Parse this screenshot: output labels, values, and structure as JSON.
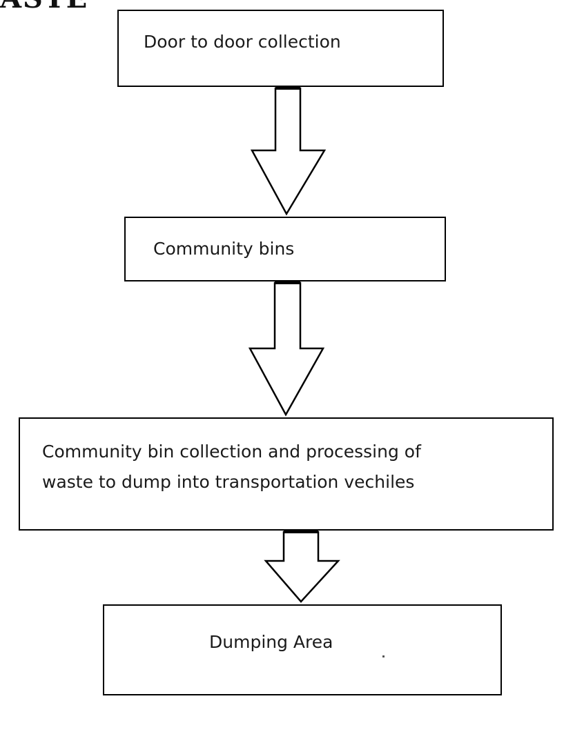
{
  "header": {
    "fragment": "ASTE"
  },
  "flow": {
    "steps": [
      {
        "label": "Door to door collection"
      },
      {
        "label": "Community bins"
      },
      {
        "label_lines": [
          "Community bin collection and processing of",
          "waste to dump into transportation vechiles"
        ]
      },
      {
        "label": "Dumping Area"
      }
    ]
  },
  "colors": {
    "stroke": "#000000",
    "fill": "#ffffff",
    "text": "#1a1a1a"
  }
}
